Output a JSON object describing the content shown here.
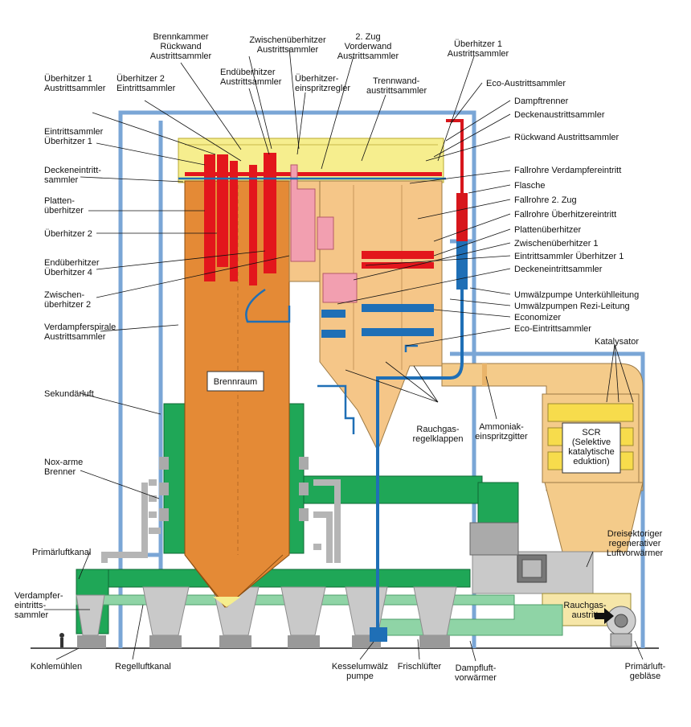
{
  "labels": {
    "brennkammer_rueckwand": [
      "Brennkammer",
      "Rückwand",
      "Austrittsammler"
    ],
    "zwischenueberhitzer_austritt": [
      "Zwischenüberhitzer",
      "Austrittsammler"
    ],
    "zug2_vorderwand": [
      "2. Zug",
      "Vorderwand",
      "Austrittsammler"
    ],
    "ueberhitzer1_austritt_top": [
      "Überhitzer 1",
      "Austrittsammler"
    ],
    "ueberhitzer1_austritt_left": [
      "Überhitzer 1",
      "Austrittsammler"
    ],
    "ueberhitzer2_eintritt": [
      "Überhitzer 2",
      "Eintrittsammler"
    ],
    "endueberhitzer_austritt": [
      "Endüberhitzer",
      "Austrittsammler"
    ],
    "ueberhitzer_einspritzregler": [
      "Überhitzer-",
      "einspritzregler"
    ],
    "trennwand_austritt": [
      "Trennwand-",
      "austrittsammler"
    ],
    "eco_austritt": [
      "Eco-Austrittsammler"
    ],
    "dampftrenner": [
      "Dampftrenner"
    ],
    "deckenaustritt": [
      "Deckenaustrittsammler"
    ],
    "rueckwand_austritt": [
      "Rückwand Austrittsammler"
    ],
    "fallrohre_verdampfer": [
      "Fallrohre Verdampfereintritt"
    ],
    "flasche": [
      "Flasche"
    ],
    "fallrohre_zug2": [
      "Fallrohre 2. Zug"
    ],
    "fallrohre_ueberhitzer": [
      "Fallrohre Überhitzereintritt"
    ],
    "plattenueberhitzer_right": [
      "Plattenüberhitzer"
    ],
    "zwischenueberhitzer1": [
      "Zwischenüberhitzer 1"
    ],
    "eintrittsammler_ueberhitzer1_right": [
      "Eintrittsammler Überhitzer 1"
    ],
    "deckeneintrittsammler_right": [
      "Deckeneintrittsammler"
    ],
    "umwaelzpumpe_unterkuehl": [
      "Umwälzpumpe Unterkühlleitung"
    ],
    "umwaelzpumpen_rezi": [
      "Umwälzpumpen Rezi-Leitung"
    ],
    "economizer": [
      "Economizer"
    ],
    "eco_eintritt": [
      "Eco-Eintrittsammler"
    ],
    "katalysator": [
      "Katalysator"
    ],
    "eintrittsammler_ueberhitzer1_left": [
      "Eintrittsammler",
      "Überhitzer 1"
    ],
    "deckeneintritt_left": [
      "Deckeneintritt-",
      "sammler"
    ],
    "platten_left": [
      "Platten-",
      "überhitzer"
    ],
    "ueberhitzer2": [
      "Überhitzer 2"
    ],
    "endueberhitzer4": [
      "Endüberhitzer",
      "Überhitzer 4"
    ],
    "zwischenueberhitzer2": [
      "Zwischen-",
      "überhitzer 2"
    ],
    "verdampferspirale": [
      "Verdampferspirale",
      "Austrittsammler"
    ],
    "sekundaerluft": [
      "Sekundärluft"
    ],
    "nox_brenner": [
      "Nox-arme",
      "Brenner"
    ],
    "primaerluftkanal": [
      "Primärluftkanal"
    ],
    "verdampfer_eintritt": [
      "Verdampfer-",
      "eintritts-",
      "sammler"
    ],
    "kohlemuehlen": [
      "Kohlemühlen"
    ],
    "regelluftkanal": [
      "Regelluftkanal"
    ],
    "kesselumwaelzpumpe": [
      "Kesselumwälz",
      "pumpe"
    ],
    "frischluefter": [
      "Frischlüfter"
    ],
    "dampfluftvorwaermer": [
      "Dampfluft-",
      "vorwärmer"
    ],
    "primaerluftgeblaese": [
      "Primärluft-",
      "gebläse"
    ],
    "rauchgasregelklappen": [
      "Rauchgas-",
      "regelklappen"
    ],
    "ammoniak": [
      "Ammoniak-",
      "einspritzgitter"
    ],
    "dreisektoriger": [
      "Dreisektoriger",
      "regenerativer",
      "Luftvorwärmer"
    ],
    "rauchgasaustritt": [
      "Rauchgas-",
      "austritt"
    ],
    "brennraum": [
      "Brennraum"
    ],
    "scr": [
      "SCR",
      "(Selektive",
      "katalytische",
      "eduktion)"
    ]
  },
  "colors": {
    "furnace": "#e48a36",
    "second_pass": "#f5c688",
    "roof": "#f6ee8e",
    "superheater": "#e3161c",
    "reheater": "#f29fb0",
    "economizer": "#1f6fb6",
    "air_green": "#1fa757",
    "air_light": "#8fd4a6",
    "scr_yellow": "#f7dc4c",
    "flue_duct": "#f4cb8a",
    "steel": "#7aa6d6",
    "grey": "#c9c9c9"
  },
  "icons": [
    "arrow-right-icon",
    "fan-icon",
    "pump-icon",
    "person-icon"
  ]
}
